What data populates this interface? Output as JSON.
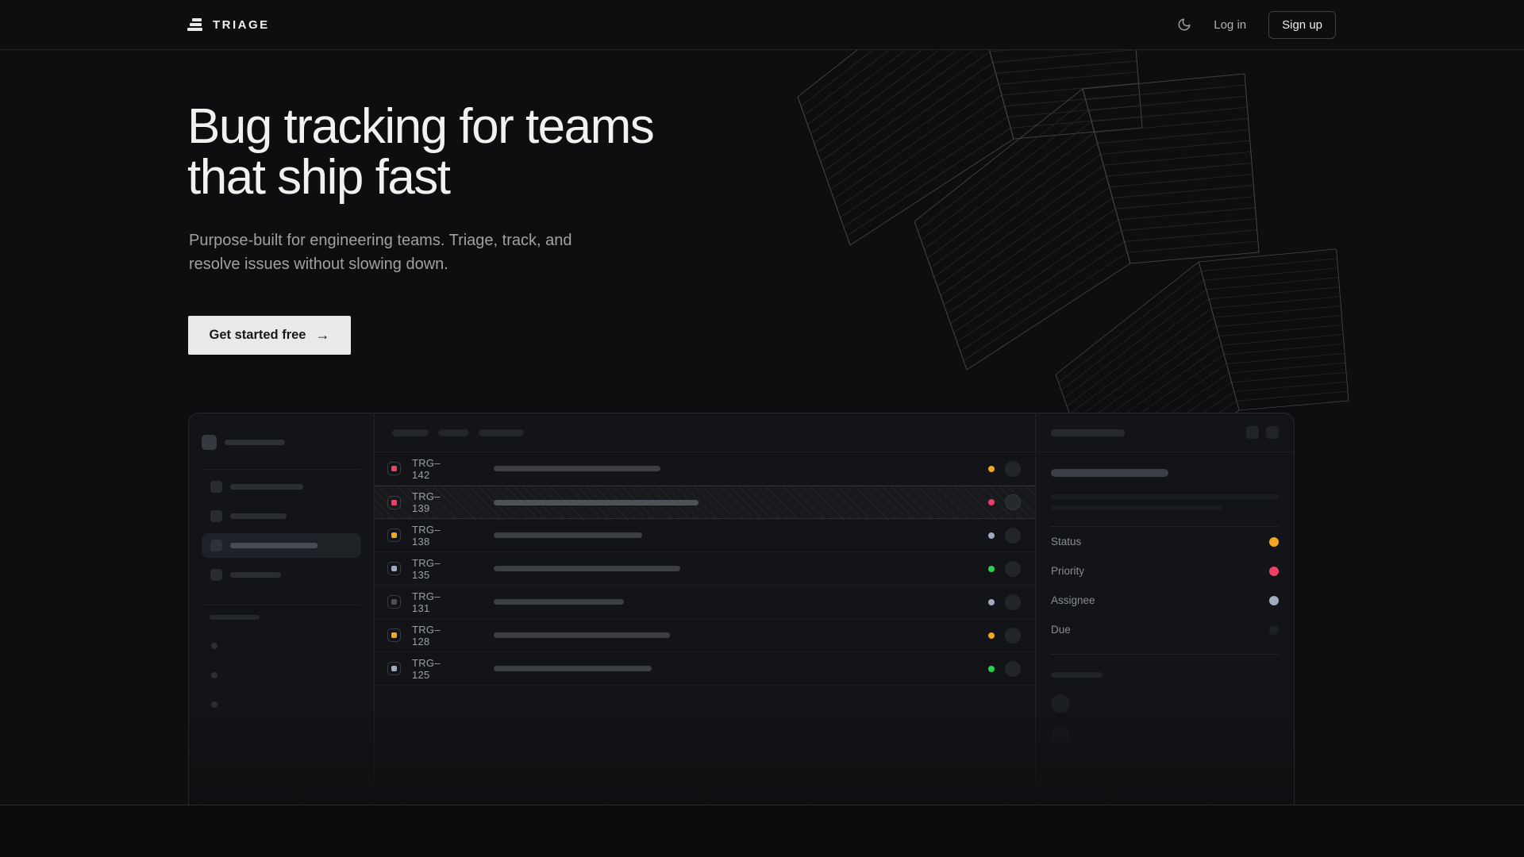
{
  "nav": {
    "brand": "TRIAGE",
    "theme_icon": "moon",
    "login_label": "Log in",
    "signup_label": "Sign up"
  },
  "hero": {
    "title_line1": "Bug tracking for teams",
    "title_line2": "that ship fast",
    "subtitle_line1": "Purpose-built for engineering teams. Triage, track, and",
    "subtitle_line2": "resolve issues without slowing down.",
    "cta_label": "Get started free",
    "cta_arrow": "→"
  },
  "colors": {
    "amber": "#f2a71e",
    "pink": "#f03e64",
    "slate": "#9fabbe",
    "green": "#27d54a",
    "muted_gray": "#4c5057",
    "dim": "#1d2024",
    "cta_bg": "#e9e9e7",
    "page_bg": "#0d0e10"
  },
  "mockup": {
    "issues": [
      {
        "id": "TRG–142",
        "icon_color": "#f03e64",
        "status_color": "#f2a71e",
        "title_width": 210,
        "selected": false
      },
      {
        "id": "TRG–139",
        "icon_color": "#f03e64",
        "status_color": "#f03e64",
        "title_width": 258,
        "selected": true
      },
      {
        "id": "TRG–138",
        "icon_color": "#f2a71e",
        "status_color": "#9fabbe",
        "title_width": 187,
        "selected": false
      },
      {
        "id": "TRG–135",
        "icon_color": "#9fabbe",
        "status_color": "#27d54a",
        "title_width": 235,
        "selected": false
      },
      {
        "id": "TRG–131",
        "icon_color": "#4c5057",
        "status_color": "#9fabbe",
        "title_width": 164,
        "selected": false
      },
      {
        "id": "TRG–128",
        "icon_color": "#f2a71e",
        "status_color": "#f2a71e",
        "title_width": 222,
        "selected": false
      },
      {
        "id": "TRG–125",
        "icon_color": "#9fabbe",
        "status_color": "#27d54a",
        "title_width": 199,
        "selected": false
      }
    ],
    "detail_fields": [
      {
        "label": "Status",
        "dot_color": "#f2a71e"
      },
      {
        "label": "Priority",
        "dot_color": "#f03e64"
      },
      {
        "label": "Assignee",
        "dot_color": "#9fabbe"
      },
      {
        "label": "Due",
        "dot_color": "#1d2024"
      }
    ]
  }
}
